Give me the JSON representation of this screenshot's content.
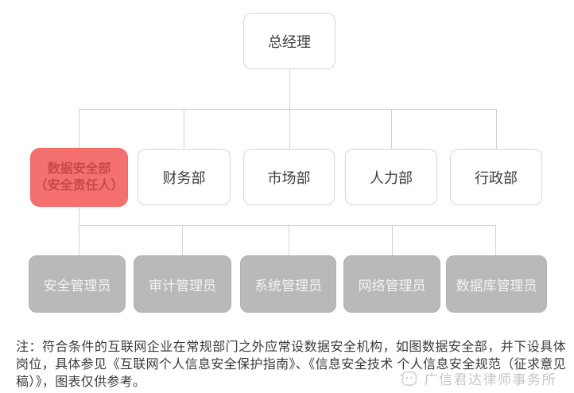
{
  "org": {
    "root": {
      "label": "总经理"
    },
    "departments": [
      {
        "line1": "数据安全部",
        "line2": "（安全责任人）",
        "highlight": true
      },
      {
        "label": "财务部"
      },
      {
        "label": "市场部"
      },
      {
        "label": "人力部"
      },
      {
        "label": "行政部"
      }
    ],
    "roles": [
      {
        "label": "安全管理员"
      },
      {
        "label": "审计管理员"
      },
      {
        "label": "系统管理员"
      },
      {
        "label": "网络管理员"
      },
      {
        "label": "数据库管理员"
      }
    ]
  },
  "note": {
    "text": "注：符合条件的互联网企业在常规部门之外应常设数据安全机构，如图数据安全部，并下设具体岗位，具体参见《互联网个人信息安全保护指南》、《信息安全技术 个人信息安全规范（征求意见稿）》，图表仅供参考。"
  },
  "footer": {
    "firm": "广信君达律师事务所",
    "logo_icon": "lawfirm-logo-icon"
  },
  "colors": {
    "highlight_bg": "#f4716f",
    "highlight_text": "#c8494a",
    "role_bg": "#b9b9ba",
    "role_text": "#f2f2f2",
    "connector_line": "#d2d2d2",
    "box_border": "#d6d6d6",
    "body_text": "#3b3b3b",
    "watermark_text": "#c6c6c6"
  }
}
